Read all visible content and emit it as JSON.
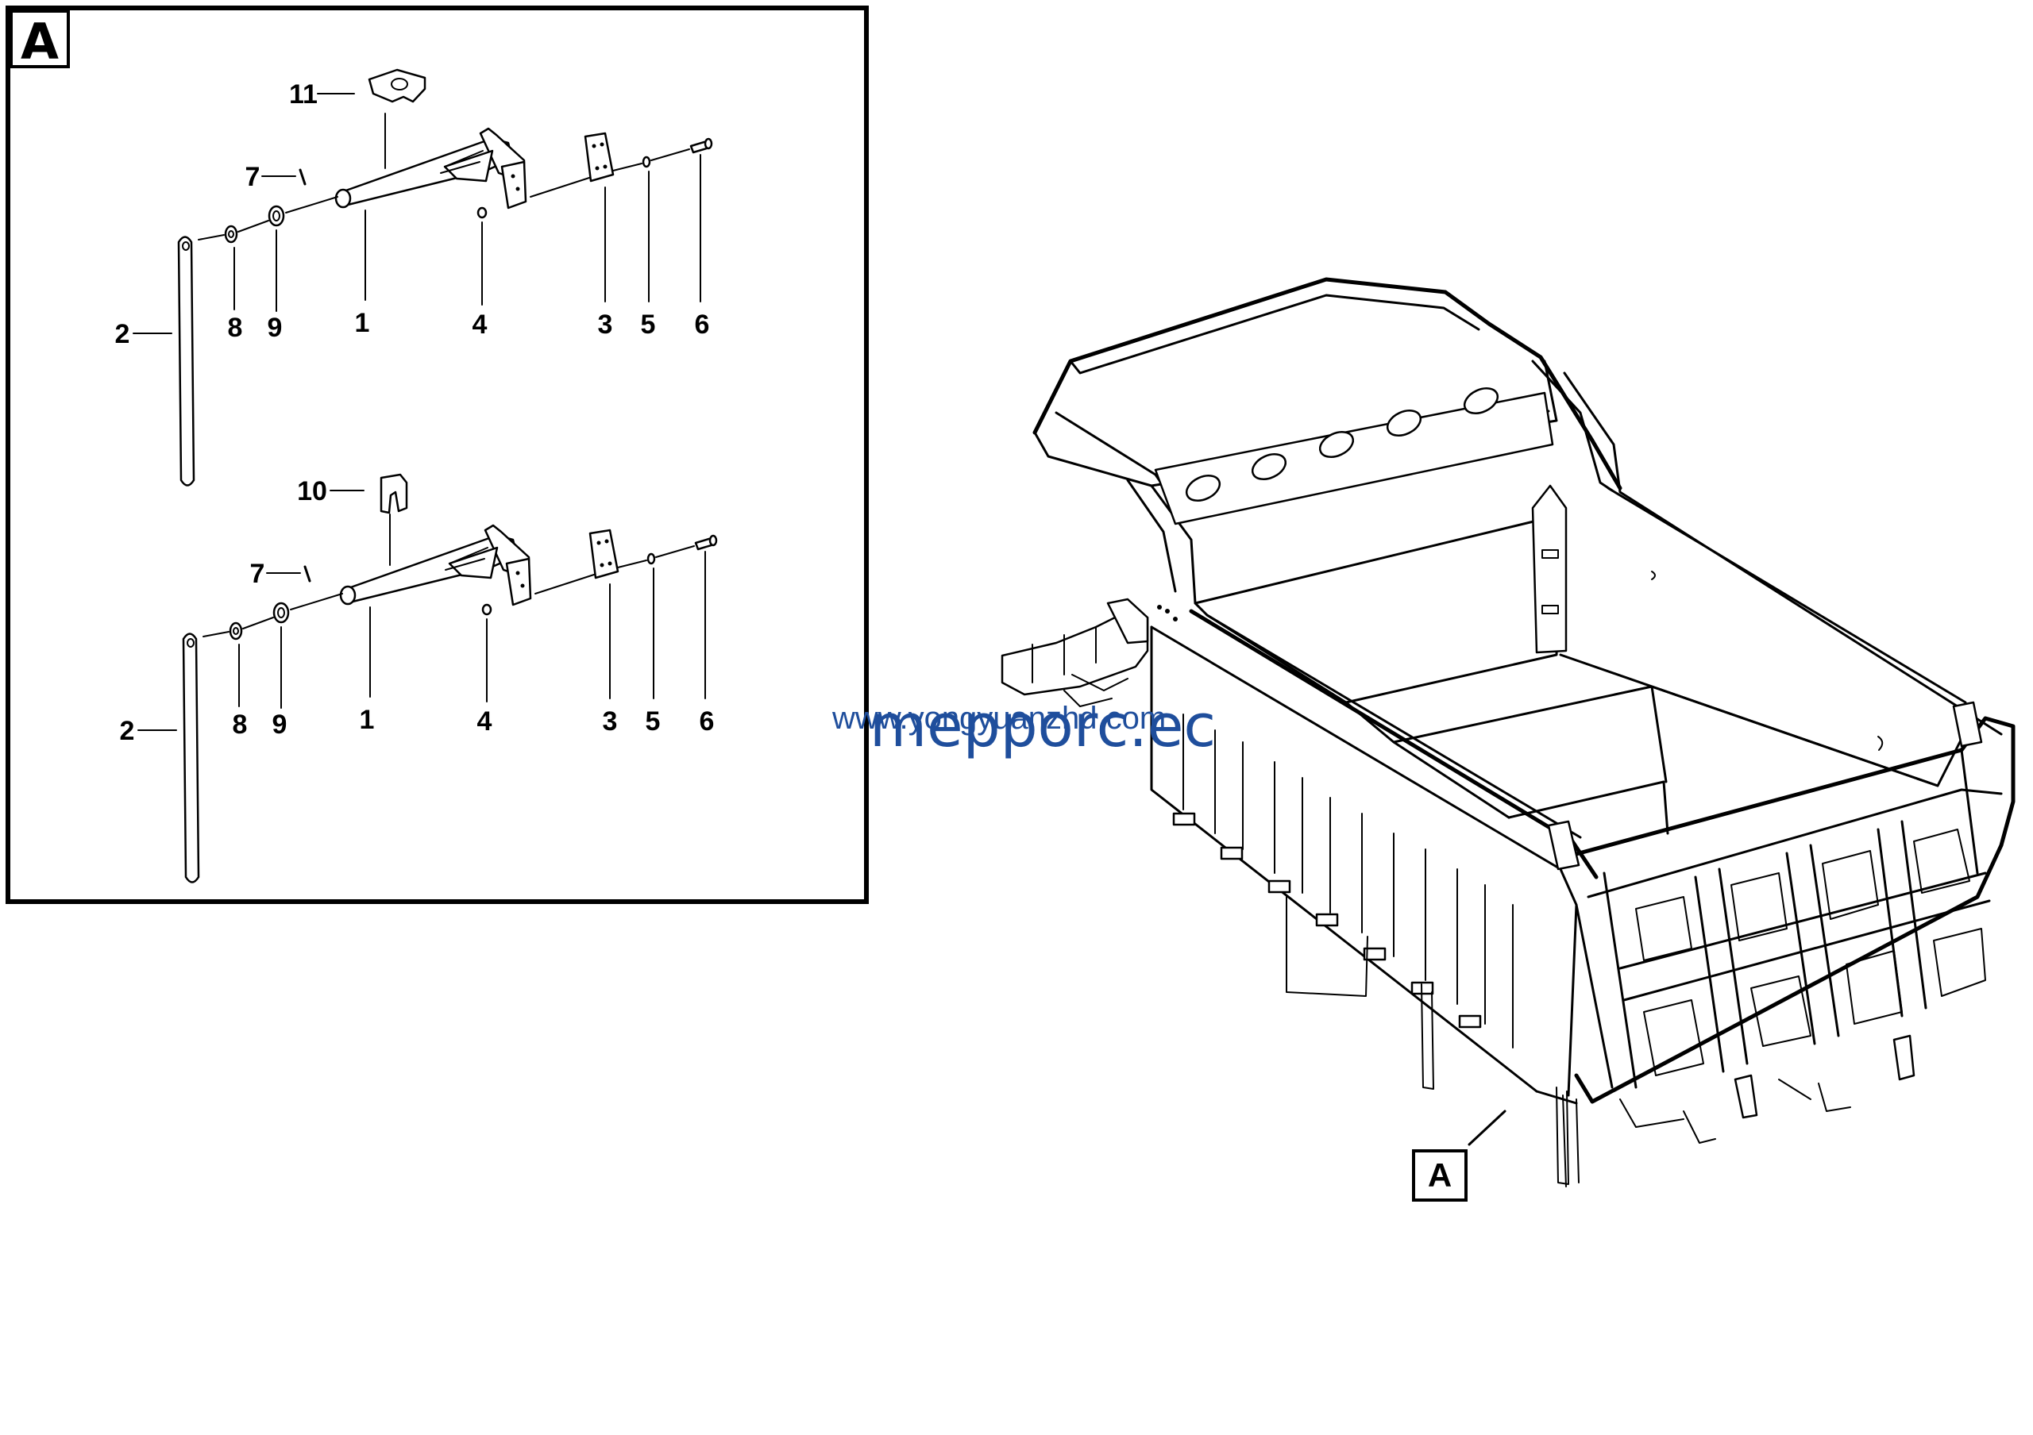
{
  "detail_view": {
    "label": "A",
    "upper_assembly": {
      "callouts": [
        "11",
        "7",
        "2",
        "8",
        "9",
        "1",
        "4",
        "3",
        "5",
        "6"
      ]
    },
    "lower_assembly": {
      "callouts": [
        "10",
        "7",
        "2",
        "8",
        "9",
        "1",
        "4",
        "3",
        "5",
        "6"
      ]
    }
  },
  "main_view": {
    "reference_label": "A"
  },
  "watermark": {
    "url": "www.yongyuanzhd.com",
    "brand": "mepporc.ec"
  }
}
